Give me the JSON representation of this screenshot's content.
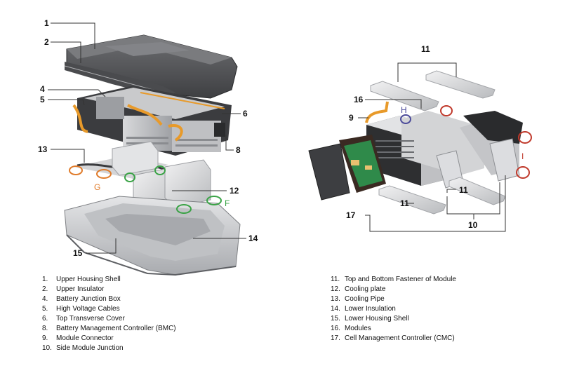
{
  "callouts": {
    "left": [
      "1",
      "2",
      "4",
      "5",
      "6",
      "8",
      "13",
      "12",
      "14",
      "15"
    ],
    "right": [
      "11",
      "16",
      "9",
      "11",
      "11",
      "10",
      "17"
    ],
    "annotations": [
      "G",
      "F",
      "H",
      "I"
    ]
  },
  "legend": {
    "left": [
      {
        "num": "1.",
        "label": "Upper Housing Shell"
      },
      {
        "num": "2.",
        "label": "Upper Insulator"
      },
      {
        "num": "4.",
        "label": "Battery Junction Box"
      },
      {
        "num": "5.",
        "label": "High Voltage Cables"
      },
      {
        "num": "6.",
        "label": "Top Transverse Cover"
      },
      {
        "num": "8.",
        "label": "Battery Management Controller (BMC)"
      },
      {
        "num": "9.",
        "label": "Module Connector"
      },
      {
        "num": "10.",
        "label": "Side Module Junction"
      }
    ],
    "right": [
      {
        "num": "11.",
        "label": "Top and Bottom Fastener of Module"
      },
      {
        "num": "12.",
        "label": "Cooling plate"
      },
      {
        "num": "13.",
        "label": "Cooling Pipe"
      },
      {
        "num": "14.",
        "label": "Lower Insulation"
      },
      {
        "num": "15.",
        "label": "Lower Housing Shell"
      },
      {
        "num": "16.",
        "label": "Modules"
      },
      {
        "num": "17.",
        "label": "Cell Management Controller (CMC)"
      }
    ]
  },
  "colors": {
    "annotation_orange": "#e07b2a",
    "annotation_green": "#3aa346",
    "annotation_purple": "#4b4a9a",
    "annotation_red": "#c0392b",
    "housing_dark": "#5a5b5e",
    "metal_light": "#d9dadc",
    "module_dark": "#2e2f31",
    "cable_orange": "#e89a2a",
    "pcb_green": "#2f8a4a"
  }
}
